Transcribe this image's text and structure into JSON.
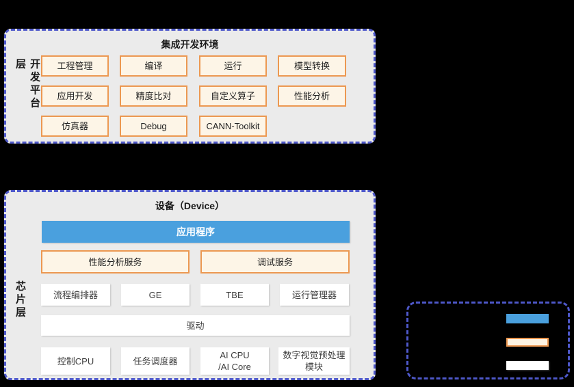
{
  "colors": {
    "panel_fill": "#EBEBEB",
    "dashed_border_blue": "#4E58CA",
    "accent_orange_border": "#EC9851",
    "accent_cream_fill": "#FDF5E7",
    "accent_blue_fill": "#4AA0DE",
    "white_fill": "#FFFFFF"
  },
  "dev_platform": {
    "layer_label": "开发平台层",
    "title": "集成开发环境",
    "items": [
      "工程管理",
      "编译",
      "运行",
      "模型转换",
      "应用开发",
      "精度比对",
      "自定义算子",
      "性能分析",
      "仿真器",
      "Debug",
      "CANN-Toolkit"
    ]
  },
  "chip_layer": {
    "layer_label": "芯片层",
    "title": "设备（Device）",
    "app_bar": "应用程序",
    "services": [
      "性能分析服务",
      "调试服务"
    ],
    "modules_row1": [
      "流程编排器",
      "GE",
      "TBE",
      "运行管理器"
    ],
    "driver": "驱动",
    "modules_row2": [
      "控制CPU",
      "任务调度器",
      "AI CPU\n/AI Core",
      "数字视觉预处理\n模块"
    ]
  },
  "legend": {
    "swatches": [
      {
        "name": "blue-swatch",
        "color": "#4AA0DE"
      },
      {
        "name": "cream-swatch",
        "color": "#FDF3E3",
        "border": "#EC9851"
      },
      {
        "name": "white-swatch",
        "color": "#FFFFFF"
      }
    ]
  }
}
